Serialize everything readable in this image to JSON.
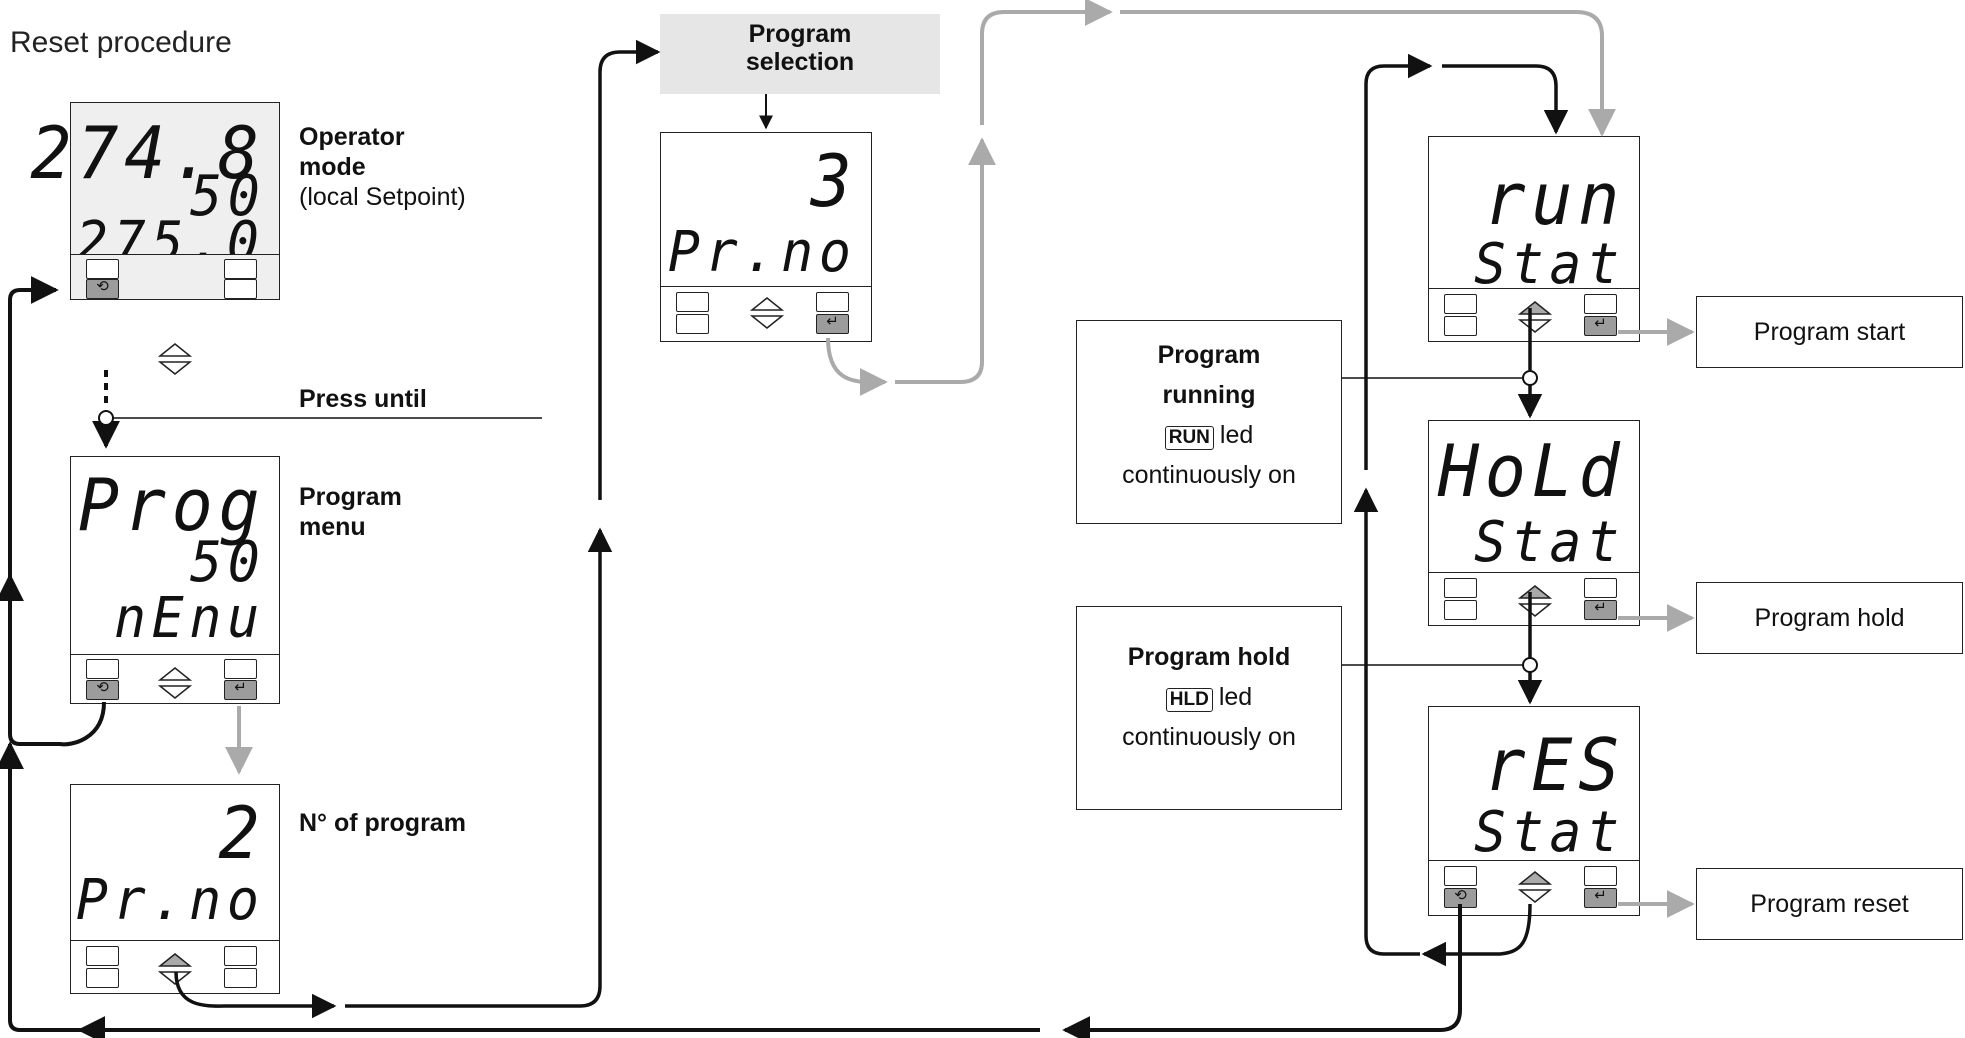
{
  "title": "Reset procedure",
  "colors": {
    "line": "#111111",
    "gray_line": "#aaaaaa",
    "panel_fill": "#efefef",
    "key_active": "#9c9c9c",
    "header_fill": "#e6e6e6"
  },
  "panels": {
    "operator": {
      "line1": "274.8",
      "line2": "50",
      "line3": "275.0"
    },
    "prog_menu": {
      "line1": "Prog",
      "line2": "50",
      "line3": "nEnu"
    },
    "n_program": {
      "line1": "2",
      "line2": "Pr.no"
    },
    "selection": {
      "line1": "3",
      "line2": "Pr.no"
    },
    "run": {
      "line1": "run",
      "line2": "Stat"
    },
    "hold": {
      "line1": "HoLd",
      "line2": "Stat"
    },
    "reset": {
      "line1": "rES",
      "line2": "Stat"
    }
  },
  "labels": {
    "operator_mode_1": "Operator",
    "operator_mode_2": "mode",
    "operator_mode_3": "(local Setpoint)",
    "press_until": "Press until",
    "program_menu_1": "Program",
    "program_menu_2": "menu",
    "n_of_program": "N° of  program",
    "program_selection_1": "Program",
    "program_selection_2": "selection"
  },
  "info_boxes": {
    "running": {
      "title1": "Program",
      "title2": "running",
      "tag": "RUN",
      "text1": "led",
      "text2": "continuously on"
    },
    "hold": {
      "title": "Program hold",
      "tag": "HLD",
      "text1": "led",
      "text2": "continuously on"
    }
  },
  "outputs": {
    "start": "Program start",
    "hold": "Program hold",
    "reset": "Program reset"
  },
  "icons": {
    "cycle_key": "cycle-arrow-icon",
    "enter_key": "enter-arrow-icon",
    "up_down": "up-down-arrows-icon"
  }
}
